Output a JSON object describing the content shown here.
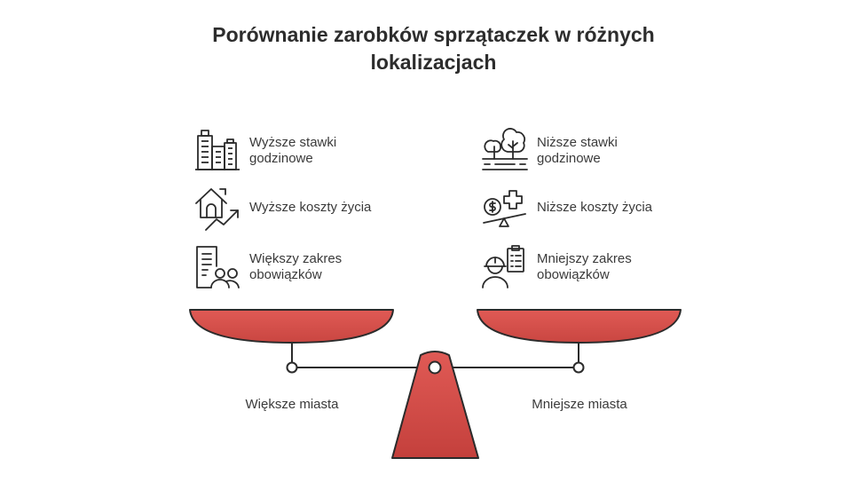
{
  "title": {
    "line1": "Porównanie zarobków sprzątaczek w różnych",
    "line2": "lokalizacjach"
  },
  "left": {
    "items": [
      {
        "icon": "city-buildings-icon",
        "line1": "Wyższe stawki",
        "line2": "godzinowe"
      },
      {
        "icon": "house-rising-cost-icon",
        "line1": "Wyższe koszty życia",
        "line2": ""
      },
      {
        "icon": "document-people-icon",
        "line1": "Większy zakres",
        "line2": "obowiązków"
      }
    ],
    "caption": "Większe miasta"
  },
  "right": {
    "items": [
      {
        "icon": "trees-landscape-icon",
        "line1": "Niższe stawki",
        "line2": "godzinowe"
      },
      {
        "icon": "money-health-balance-icon",
        "line1": "Niższe koszty życia",
        "line2": ""
      },
      {
        "icon": "worker-checklist-icon",
        "line1": "Mniejszy zakres",
        "line2": "obowiązków"
      }
    ],
    "caption": "Mniejsze miasta"
  },
  "colors": {
    "pan": "#d9534f",
    "pan_dark": "#c8423f",
    "stroke": "#2b2b2b"
  }
}
